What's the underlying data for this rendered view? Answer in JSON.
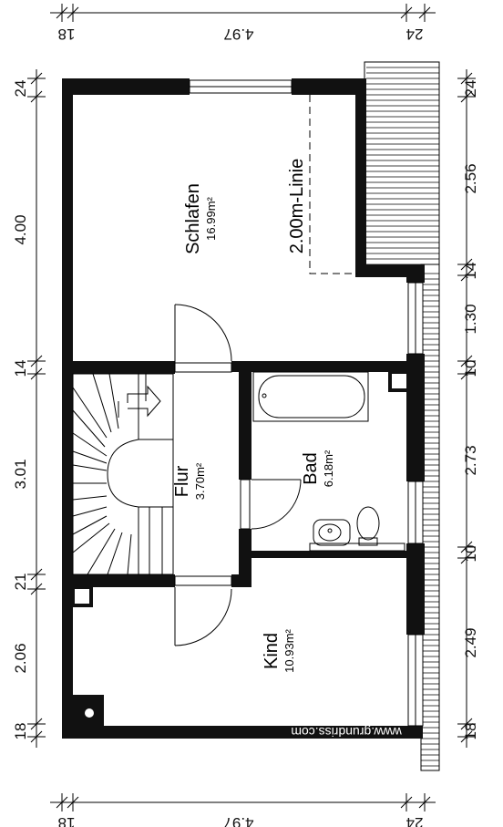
{
  "rooms": {
    "schlafen": {
      "name": "Schlafen",
      "area": "16.99m²"
    },
    "flur": {
      "name": "Flur",
      "area": "3.70m²"
    },
    "bad": {
      "name": "Bad",
      "area": "6.18m²"
    },
    "kind": {
      "name": "Kind",
      "area": "10.93m²"
    }
  },
  "annotation": {
    "linie": "2.00m-Linie"
  },
  "dims": {
    "top": [
      "18",
      "4.97",
      "24"
    ],
    "bottom": [
      "18",
      "4.97",
      "24"
    ],
    "left": [
      "24",
      "4.00",
      "14",
      "3.01",
      "21",
      "2.06",
      "18"
    ],
    "right": [
      "24",
      "2.56",
      "14",
      "1.30",
      "10",
      "2.73",
      "10",
      "2.49",
      "18"
    ]
  },
  "watermark": "www.grundriss.com",
  "colors": {
    "wall": "#111111",
    "line": "#000000",
    "background": "#ffffff"
  }
}
